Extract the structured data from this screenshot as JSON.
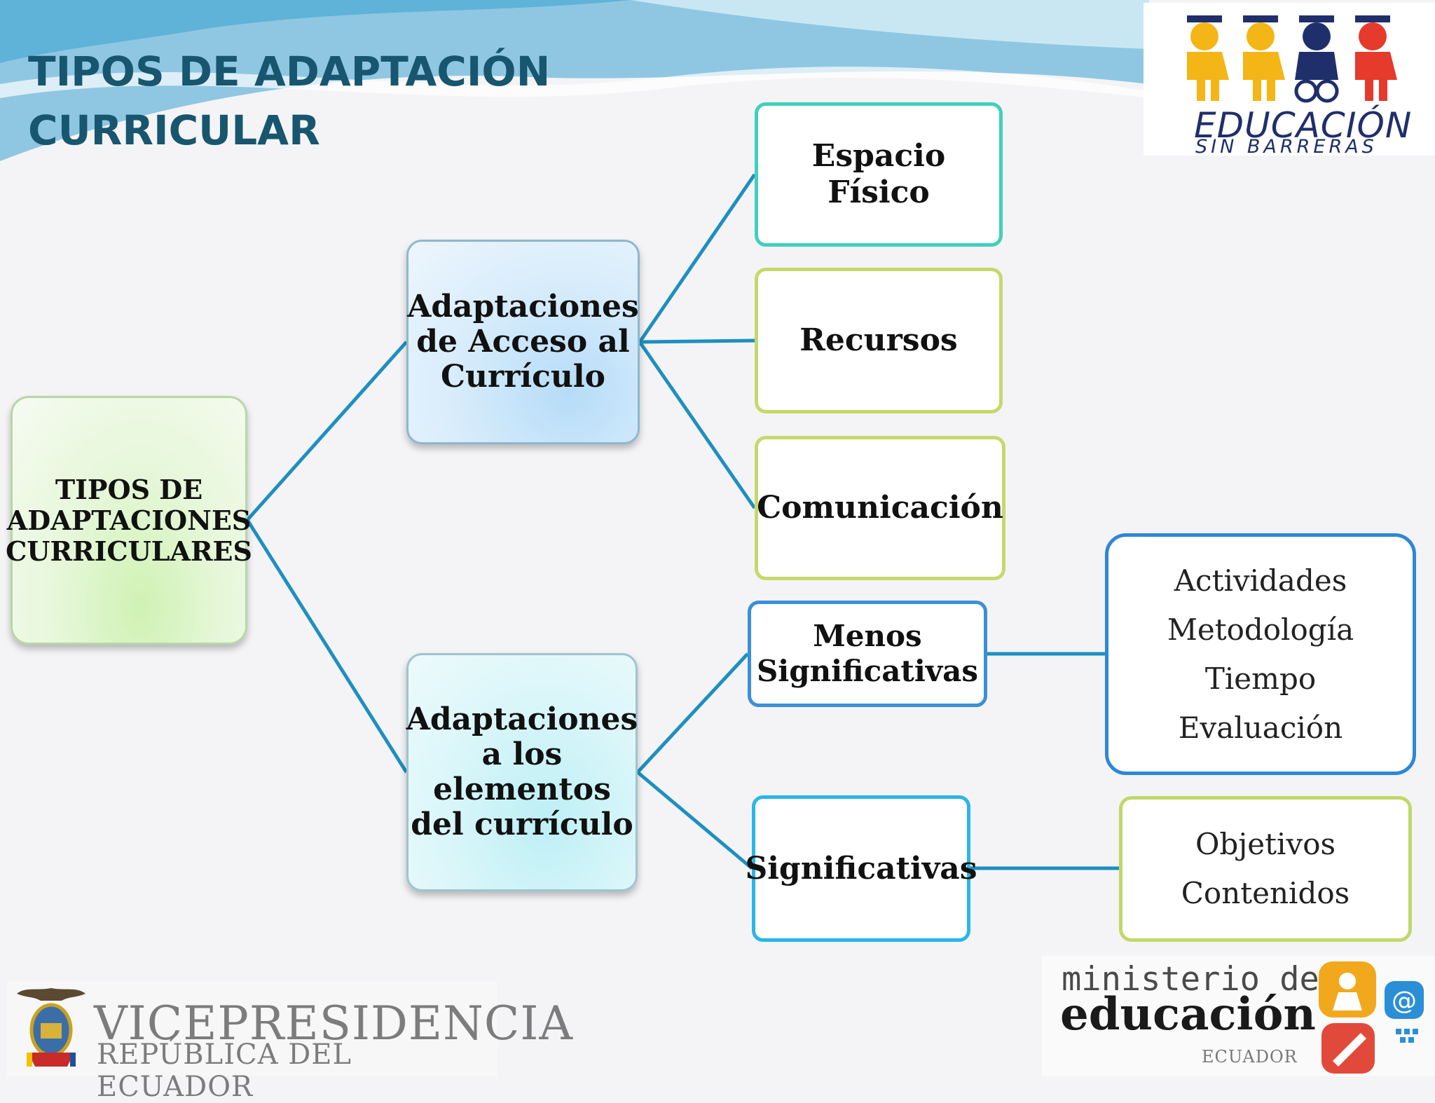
{
  "slide": {
    "title": "TIPOS DE ADAPTACIÓN CURRICULAR"
  },
  "diagram": {
    "root": "TIPOS DE ADAPTACIONES CURRICULARES",
    "access": {
      "label": "Adaptaciones de Acceso al Currículo",
      "children": [
        "Espacio Físico",
        "Recursos",
        "Comunicación"
      ]
    },
    "elements": {
      "label": "Adaptaciones a los elementos del currículo",
      "menos": {
        "label": "Menos Significativas",
        "items": [
          "Actividades",
          "Metodología",
          "Tiempo",
          "Evaluación"
        ]
      },
      "significativas": {
        "label": "Significativas",
        "items": [
          "Objetivos",
          "Contenidos"
        ]
      }
    }
  },
  "logos": {
    "top_brand": "EDUCACIÓN",
    "top_tagline": "SIN BARRERAS",
    "vp_name": "VICEPRESIDENCIA",
    "vp_country": "REPÚBLICA DEL ECUADOR",
    "ministry_line1": "ministerio de",
    "ministry_line2": "educación",
    "ministry_country": "ECUADOR"
  },
  "colors": {
    "title": "#17566e",
    "connector": "#1e8fc0",
    "teal_border": "#3fd0bd",
    "lime_border": "#c6d86d",
    "blue_border": "#3b8fd6"
  }
}
